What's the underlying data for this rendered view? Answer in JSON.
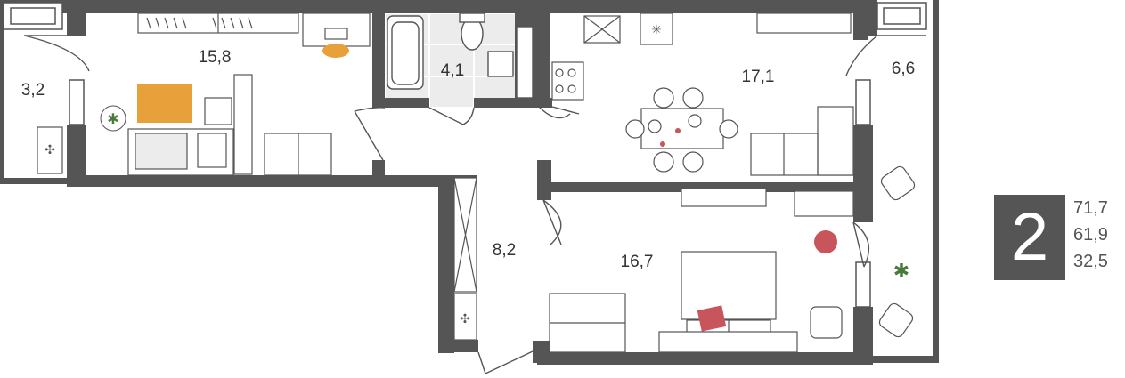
{
  "rooms": {
    "balcony_left": "3,2",
    "living": "15,8",
    "bathroom": "4,1",
    "kitchen": "17,1",
    "balcony_right": "6,6",
    "hall": "8,2",
    "bedroom": "16,7"
  },
  "summary": {
    "room_count": "2",
    "total_area": "71,7",
    "living_area": "61,9",
    "kitchen_area": "32,5"
  },
  "colors": {
    "wall": "#555555",
    "accent_orange": "#e8a03a",
    "accent_red": "#c8545c",
    "tile": "#e8e8e8",
    "plant": "#4a7a3a"
  }
}
